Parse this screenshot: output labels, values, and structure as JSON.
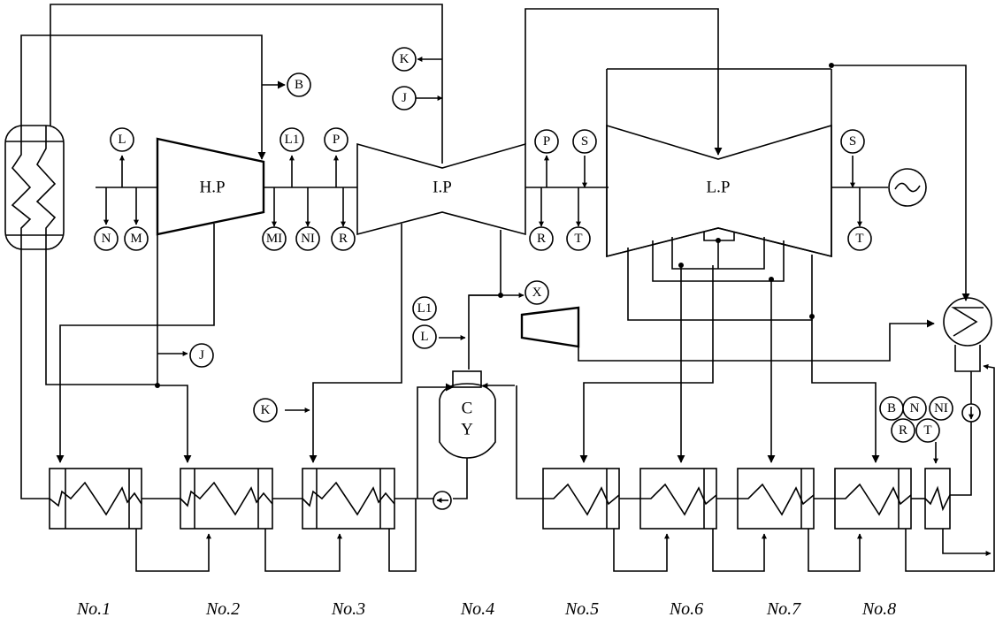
{
  "turbines": {
    "hp": "H.P",
    "ip": "I.P",
    "lp": "L.P"
  },
  "deaerator": {
    "line1": "C",
    "line2": "Y"
  },
  "points": {
    "L": "L",
    "N": "N",
    "M": "M",
    "L1": "L1",
    "MI": "MI",
    "NI": "NI",
    "P": "P",
    "R": "R",
    "B": "B",
    "K": "K",
    "J": "J",
    "P2": "P",
    "R2": "R",
    "S": "S",
    "T": "T",
    "S2": "S",
    "T2": "T",
    "X": "X",
    "L1b": "L1",
    "Lb": "L",
    "J2": "J",
    "K2": "K",
    "Bc": "B",
    "Nc": "N",
    "NIc": "NI",
    "Rc": "R",
    "Tc": "T"
  },
  "stages": [
    "No.1",
    "No.2",
    "No.3",
    "No.4",
    "No.5",
    "No.6",
    "No.7",
    "No.8"
  ]
}
